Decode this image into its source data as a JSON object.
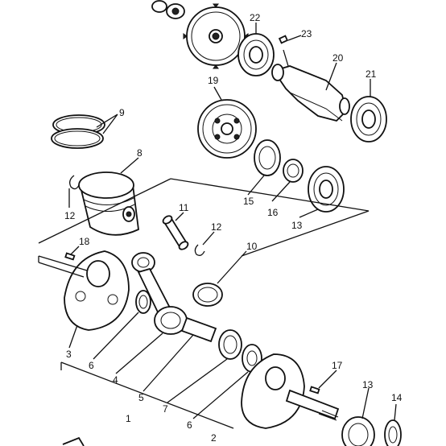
{
  "callouts": [
    {
      "id": "c22",
      "text": "22"
    },
    {
      "id": "c23",
      "text": "23"
    },
    {
      "id": "c20",
      "text": "20"
    },
    {
      "id": "c21",
      "text": "21"
    },
    {
      "id": "c19",
      "text": "19"
    },
    {
      "id": "c9",
      "text": "9"
    },
    {
      "id": "c8",
      "text": "8"
    },
    {
      "id": "c12a",
      "text": "12"
    },
    {
      "id": "c15",
      "text": "15"
    },
    {
      "id": "c16",
      "text": "16"
    },
    {
      "id": "c13a",
      "text": "13"
    },
    {
      "id": "c11",
      "text": "11"
    },
    {
      "id": "c12b",
      "text": "12"
    },
    {
      "id": "c18",
      "text": "18"
    },
    {
      "id": "c10",
      "text": "10"
    },
    {
      "id": "c3",
      "text": "3"
    },
    {
      "id": "c6a",
      "text": "6"
    },
    {
      "id": "c4",
      "text": "4"
    },
    {
      "id": "c5",
      "text": "5"
    },
    {
      "id": "c7",
      "text": "7"
    },
    {
      "id": "c1",
      "text": "1"
    },
    {
      "id": "c6b",
      "text": "6"
    },
    {
      "id": "c2",
      "text": "2"
    },
    {
      "id": "c17",
      "text": "17"
    },
    {
      "id": "c13b",
      "text": "13"
    },
    {
      "id": "c14",
      "text": "14"
    }
  ]
}
